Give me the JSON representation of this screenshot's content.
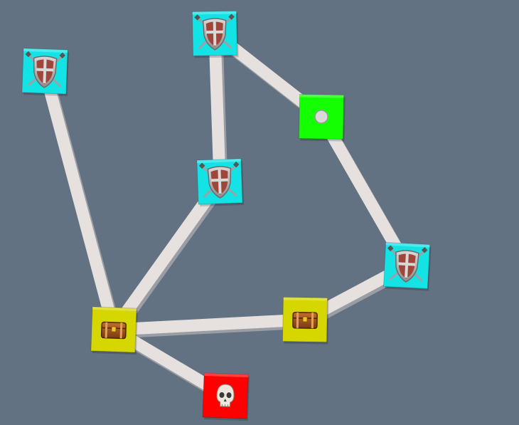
{
  "board": {
    "background": "#627282",
    "path_color": "#e6e1df",
    "node_types": {
      "battle": {
        "color": "#14e3e6",
        "icon": "shield-crossed-swords-icon"
      },
      "treasure": {
        "color": "#d6d600",
        "icon": "treasure-chest-icon"
      },
      "start": {
        "color": "#13ff02",
        "icon": "white-dot-icon"
      },
      "boss": {
        "color": "#ff0000",
        "icon": "skull-icon"
      }
    },
    "nodes": [
      {
        "id": "battle-top-left",
        "type": "battle"
      },
      {
        "id": "battle-top-center",
        "type": "battle"
      },
      {
        "id": "start",
        "type": "start"
      },
      {
        "id": "battle-middle",
        "type": "battle"
      },
      {
        "id": "battle-right",
        "type": "battle"
      },
      {
        "id": "treasure-left",
        "type": "treasure"
      },
      {
        "id": "treasure-right",
        "type": "treasure"
      },
      {
        "id": "boss",
        "type": "boss"
      }
    ],
    "edges": [
      [
        "battle-top-left",
        "treasure-left"
      ],
      [
        "battle-top-center",
        "start"
      ],
      [
        "battle-top-center",
        "battle-middle"
      ],
      [
        "start",
        "battle-right"
      ],
      [
        "battle-middle",
        "treasure-left"
      ],
      [
        "battle-right",
        "treasure-right"
      ],
      [
        "treasure-left",
        "treasure-right"
      ],
      [
        "treasure-left",
        "boss"
      ]
    ]
  }
}
